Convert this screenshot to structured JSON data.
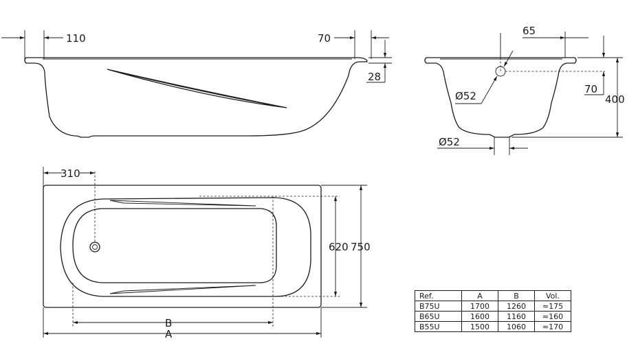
{
  "side_view": {
    "dims": {
      "rim_left": "110",
      "rim_right": "70",
      "rim_height": "28"
    }
  },
  "end_view": {
    "dims": {
      "overflow_offset": "65",
      "overflow_diameter": "Ø52",
      "overflow_height": "70",
      "depth": "400",
      "drain_diameter": "Ø52"
    }
  },
  "top_view": {
    "dims": {
      "drain_offset": "310",
      "inner_width": "620",
      "outer_width": "750",
      "length_b": "B",
      "length_a": "A"
    }
  },
  "spec_table": {
    "headers": [
      "Ref.",
      "A",
      "B",
      "Vol."
    ],
    "rows": [
      [
        "B75U",
        "1700",
        "1260",
        "≈175"
      ],
      [
        "B65U",
        "1600",
        "1160",
        "≈160"
      ],
      [
        "B55U",
        "1500",
        "1060",
        "≈170"
      ]
    ]
  }
}
